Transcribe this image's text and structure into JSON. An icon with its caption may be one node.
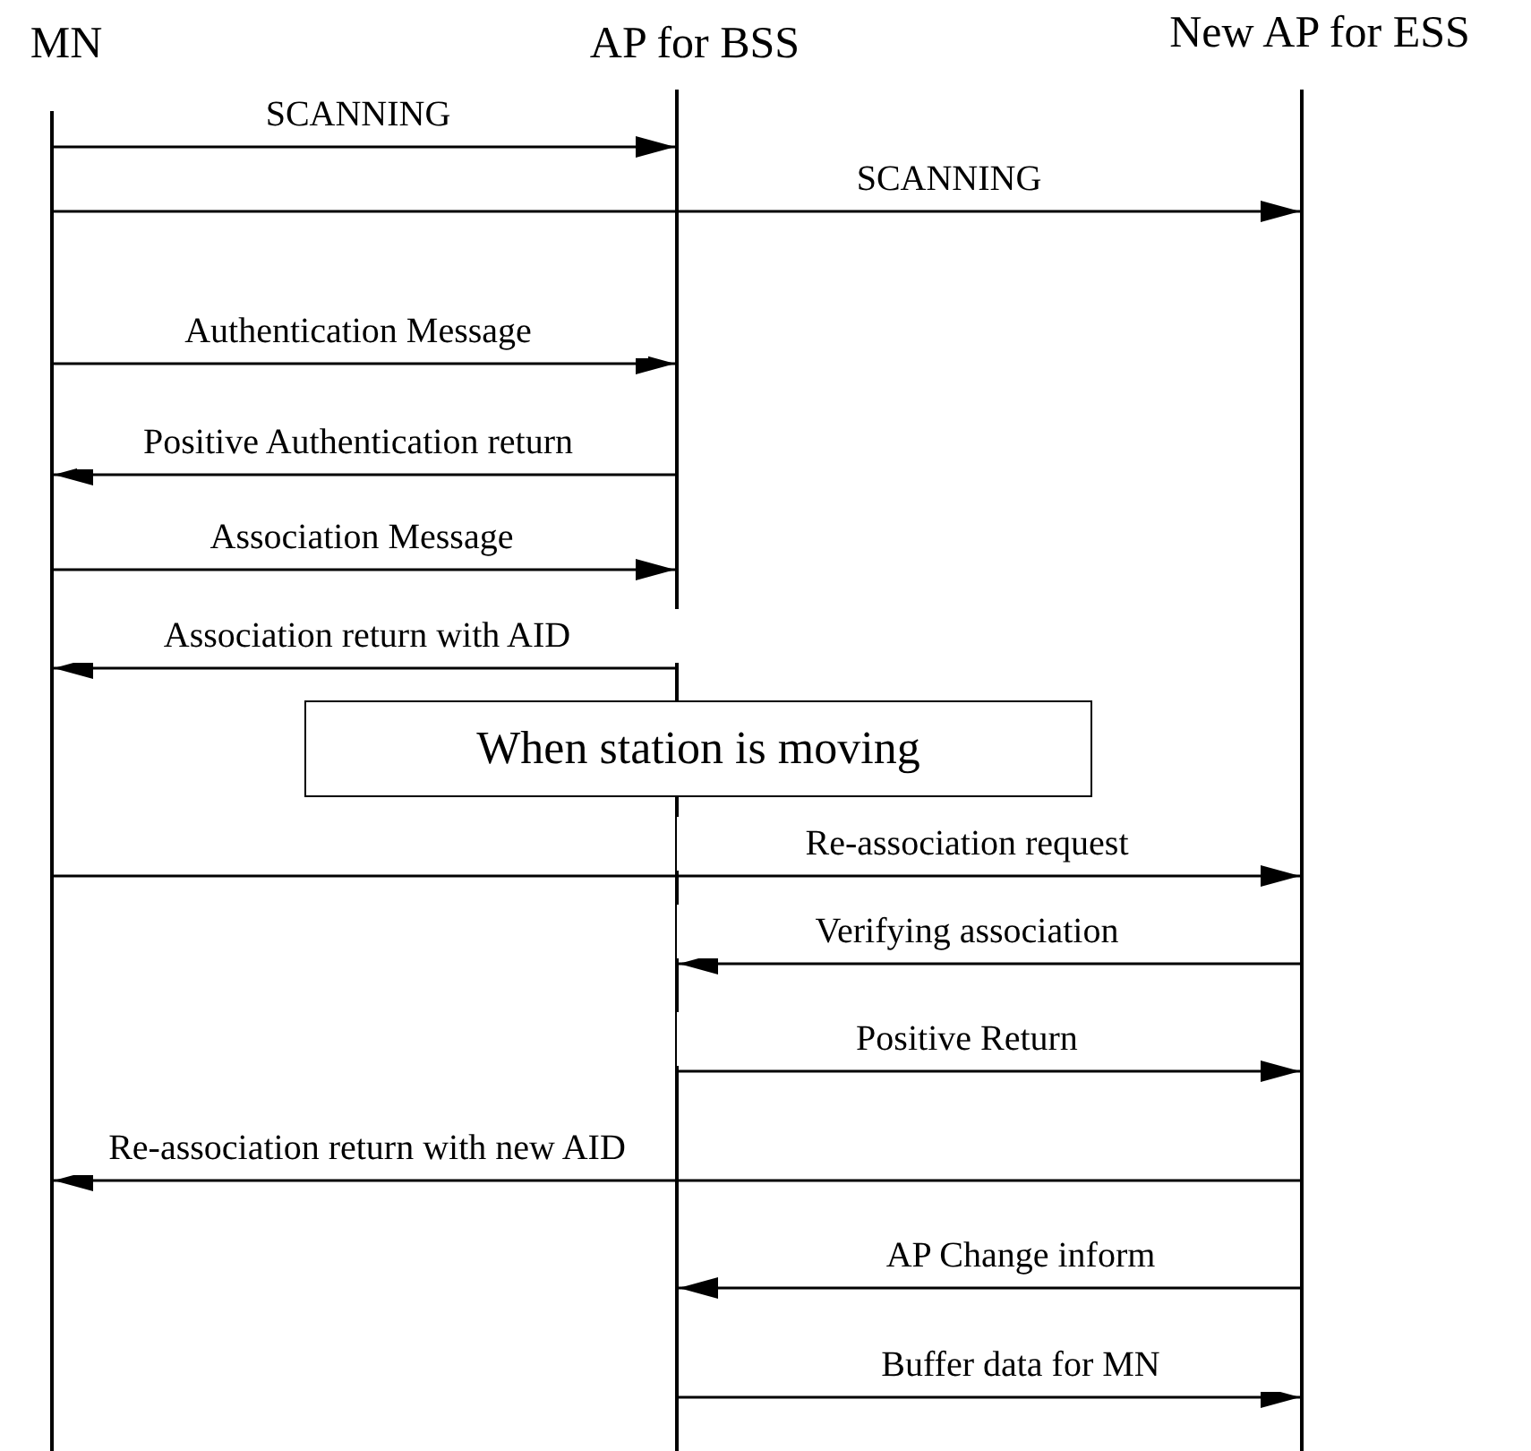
{
  "diagram": {
    "nodes": [
      {
        "text": [
          "MN"
        ]
      },
      {
        "text": [
          "AP for BSS"
        ]
      },
      {
        "text": [
          "New AP for ESS"
        ]
      },
      {
        "text": [
          "When station is moving"
        ]
      }
    ],
    "edges": [
      {
        "from": 0,
        "to": 1,
        "arrow": "to",
        "label": "SCANNING"
      },
      {
        "from": 0,
        "to": 2,
        "arrow": "to",
        "label": "SCANNING"
      },
      {
        "from": 0,
        "to": 1,
        "arrow": "to",
        "label": "Authentication Message"
      },
      {
        "from": 1,
        "to": 0,
        "arrow": "to",
        "label": "Positive Authentication return"
      },
      {
        "from": 0,
        "to": 1,
        "arrow": "to",
        "label": "Association Message"
      },
      {
        "from": 1,
        "to": 0,
        "arrow": "to",
        "label": "Association return with AID"
      },
      {
        "from": 0,
        "to": 2,
        "arrow": "to",
        "label": "Re-association request"
      },
      {
        "from": 2,
        "to": 1,
        "arrow": "to",
        "label": "Verifying association"
      },
      {
        "from": 1,
        "to": 2,
        "arrow": "to",
        "label": "Positive Return"
      },
      {
        "from": 2,
        "to": 0,
        "arrow": "to",
        "label": "Re-association return with new AID"
      },
      {
        "from": 2,
        "to": 1,
        "arrow": "to",
        "label": "AP Change inform"
      },
      {
        "from": 1,
        "to": 2,
        "arrow": "to",
        "label": "Buffer data for MN"
      }
    ]
  }
}
